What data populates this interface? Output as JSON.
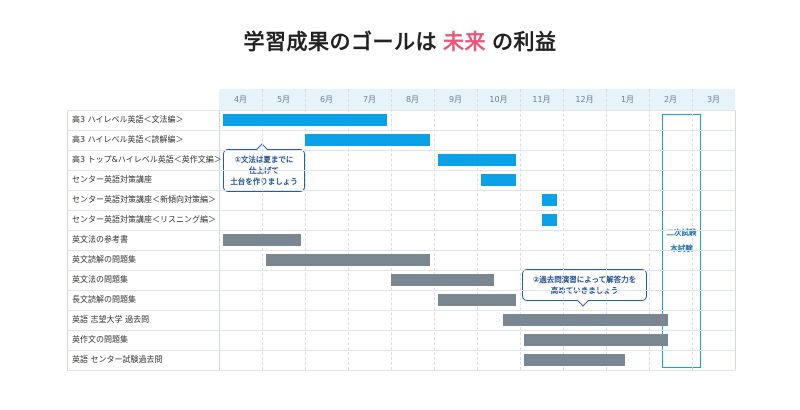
{
  "title": {
    "before": "学習成果のゴールは",
    "accent": "未来",
    "after": "の利益"
  },
  "months": [
    "4月",
    "5月",
    "6月",
    "7月",
    "8月",
    "9月",
    "10月",
    "11月",
    "12月",
    "1月",
    "2月",
    "3月"
  ],
  "rows": [
    {
      "label": "高3 ハイレベル英語＜文法編＞",
      "bar": {
        "start": 0.1,
        "end": 3.9,
        "color": "blue"
      }
    },
    {
      "label": "高3 ハイレベル英語＜読解編＞",
      "bar": {
        "start": 2.0,
        "end": 4.9,
        "color": "blue"
      }
    },
    {
      "label": "高3 トップ&ハイレベル英語＜英作文編＞",
      "bar": {
        "start": 5.1,
        "end": 6.9,
        "color": "blue"
      }
    },
    {
      "label": "センター英語対策講座",
      "bar": {
        "start": 6.1,
        "end": 6.9,
        "color": "blue"
      }
    },
    {
      "label": "センター英語対策講座＜新傾向対策編＞",
      "bar": {
        "start": 7.5,
        "end": 7.85,
        "color": "blue"
      }
    },
    {
      "label": "センター英語対策講座＜リスニング編＞",
      "bar": {
        "start": 7.5,
        "end": 7.85,
        "color": "blue"
      }
    },
    {
      "label": "英文法の参考書",
      "bar": {
        "start": 0.1,
        "end": 1.9,
        "color": "gray"
      }
    },
    {
      "label": "英文読解の問題集",
      "bar": {
        "start": 1.1,
        "end": 4.9,
        "color": "gray"
      }
    },
    {
      "label": "英文法の問題集",
      "bar": {
        "start": 4.0,
        "end": 6.4,
        "color": "gray"
      }
    },
    {
      "label": "長文読解の問題集",
      "bar": {
        "start": 5.1,
        "end": 6.9,
        "color": "gray"
      }
    },
    {
      "label": "英語 志望大学 過去問",
      "bar": {
        "start": 6.6,
        "end": 10.45,
        "color": "gray"
      }
    },
    {
      "label": "英作文の問題集",
      "bar": {
        "start": 7.1,
        "end": 10.45,
        "color": "gray"
      }
    },
    {
      "label": "英語 センター試験過去問",
      "bar": {
        "start": 7.1,
        "end": 9.45,
        "color": "gray"
      }
    }
  ],
  "exam": {
    "line1": "二次試験",
    "line2": "本試験"
  },
  "callouts": [
    {
      "lines": [
        "①文法は夏までに",
        "仕上げて",
        "土台を作りましょう"
      ]
    },
    {
      "lines": [
        "②過去問演習によって解答力を",
        "高めていきましょう"
      ]
    }
  ],
  "colors": {
    "accent": "#e8587a",
    "blue_bar": "#0aa1e6",
    "gray_bar": "#7b8790",
    "header_band": "#e7f3fb",
    "callout_border": "#1f5fa8"
  }
}
